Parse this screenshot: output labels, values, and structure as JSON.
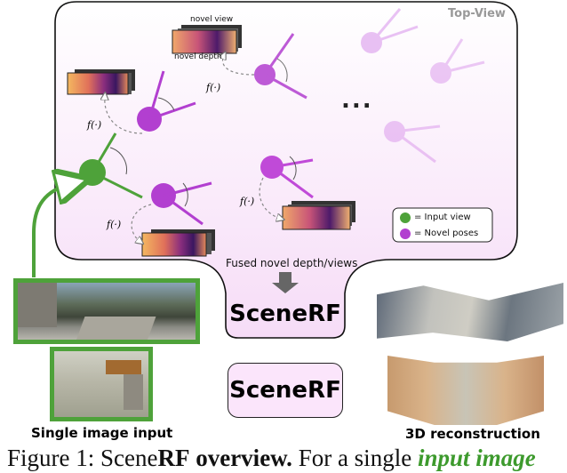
{
  "figure": {
    "top_view_label": "Top-View",
    "novel_view_label": "novel view",
    "novel_depth_label": "novel depth",
    "func_label": "f(·)",
    "ellipsis": "...",
    "legend": {
      "input_view": "= Input view",
      "novel_poses": "= Novel poses"
    },
    "fused_label": "Fused novel depth/views",
    "scenerf_label_1": "SceneRF",
    "scenerf_label_2": "SceneRF",
    "single_image_label": "Single image input",
    "reconstruction_label": "3D reconstruction",
    "caption_prefix": "Figure 1: Scene",
    "caption_bold": "RF",
    "caption_bold2": "overview.",
    "caption_mid": " For a single ",
    "caption_green": "input image",
    "colors": {
      "input_green": "#4ea23a",
      "novel_purple": "#b23fd0",
      "panel_fill": "#fbe5fb",
      "depth_strip": "#e08a55"
    }
  }
}
